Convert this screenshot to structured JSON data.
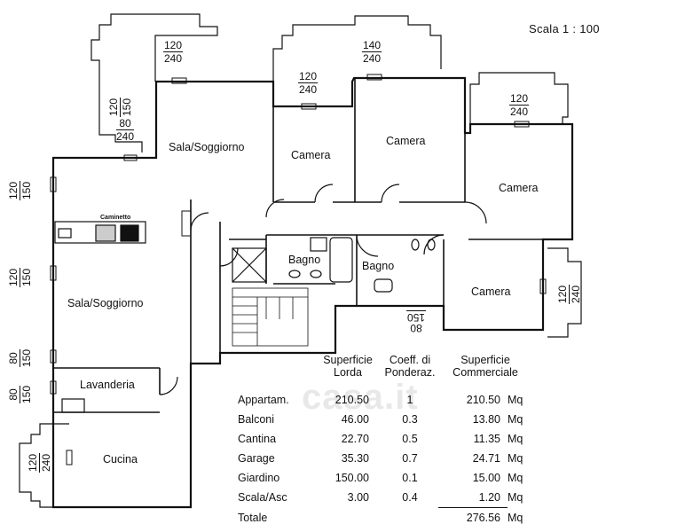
{
  "scale": "Scala  1  :  100",
  "rooms": {
    "sala_soggiorno_top": "Sala/Soggiorno",
    "sala_soggiorno_left": "Sala/Soggiorno",
    "camera_1": "Camera",
    "camera_2": "Camera",
    "camera_3": "Camera",
    "camera_4": "Camera",
    "bagno_1": "Bagno",
    "bagno_2": "Bagno",
    "lavanderia": "Lavanderia",
    "cucina": "Cucina",
    "caminetto": "Caminetto"
  },
  "openings": [
    {
      "id": "w1",
      "top": "120",
      "bottom": "240"
    },
    {
      "id": "w2",
      "top": "140",
      "bottom": "240"
    },
    {
      "id": "w3",
      "top": "120",
      "bottom": "240"
    },
    {
      "id": "w4",
      "top": "120",
      "bottom": "240"
    },
    {
      "id": "w5",
      "top": "120",
      "bottom": "150"
    },
    {
      "id": "w6",
      "top": "80",
      "bottom": "240"
    },
    {
      "id": "w7",
      "top": "120",
      "bottom": "150"
    },
    {
      "id": "w8",
      "top": "120",
      "bottom": "150"
    },
    {
      "id": "w9",
      "top": "80",
      "bottom": "150"
    },
    {
      "id": "w10",
      "top": "80",
      "bottom": "150"
    },
    {
      "id": "w11",
      "top": "120",
      "bottom": "240"
    },
    {
      "id": "w12",
      "top": "120",
      "bottom": "240"
    },
    {
      "id": "w13",
      "top": "150",
      "bottom": "80"
    }
  ],
  "table": {
    "headers": {
      "lorda_1": "Superficie",
      "lorda_2": "Lorda",
      "coeff_1": "Coeff. di",
      "coeff_2": "Ponderaz.",
      "comm_1": "Superficie",
      "comm_2": "Commerciale"
    },
    "rows": [
      {
        "name": "Appartam.",
        "lorda": "210.50",
        "coeff": "1",
        "comm": "210.50",
        "unit": "Mq"
      },
      {
        "name": "Balconi",
        "lorda": "46.00",
        "coeff": "0.3",
        "comm": "13.80",
        "unit": "Mq"
      },
      {
        "name": "Cantina",
        "lorda": "22.70",
        "coeff": "0.5",
        "comm": "11.35",
        "unit": "Mq"
      },
      {
        "name": "Garage",
        "lorda": "35.30",
        "coeff": "0.7",
        "comm": "24.71",
        "unit": "Mq"
      },
      {
        "name": "Giardino",
        "lorda": "150.00",
        "coeff": "0.1",
        "comm": "15.00",
        "unit": "Mq"
      },
      {
        "name": "Scala/Asc",
        "lorda": "3.00",
        "coeff": "0.4",
        "comm": "1.20",
        "unit": "Mq"
      }
    ],
    "total": {
      "name": "Totale",
      "comm": "276.56",
      "unit": "Mq"
    }
  },
  "watermark": "casa.it"
}
